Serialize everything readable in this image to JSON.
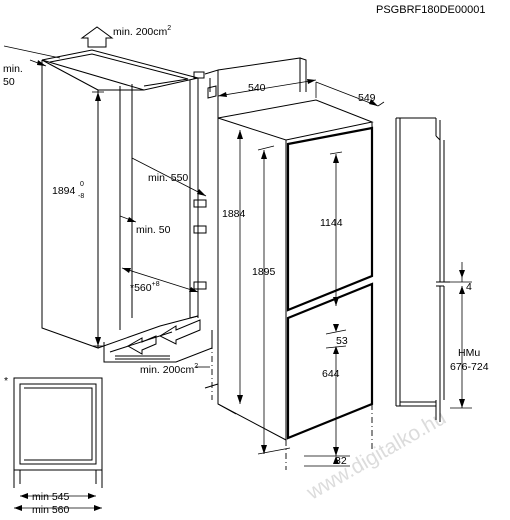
{
  "image_code": "PSGBRF180DE00001",
  "watermark": "www.digitalko.hu",
  "niche": {
    "ventilation_top": "min. 200cm",
    "ventilation_top_sup": "2",
    "ventilation_bottom": "min. 200cm",
    "ventilation_bottom_sup": "2",
    "depth_min": "min.",
    "depth_min_value": "50",
    "height": "1894",
    "height_tol_plus": "0",
    "height_tol_minus": "-8",
    "min_550": "min. 550",
    "min_50": "min. 50",
    "width": "*560",
    "width_tol": "+8"
  },
  "appliance": {
    "width": "540",
    "depth": "549",
    "height_body": "1884",
    "height_total": "1895",
    "upper_door": "1144",
    "gap": "53",
    "lower_door": "644",
    "bottom_offset": "32"
  },
  "side_view": {
    "offset": "4",
    "hmu_label": "HMu",
    "hmu_range": "676-724"
  },
  "plan": {
    "asterisk": "*",
    "min_545": "min 545",
    "min_560": "min 560"
  }
}
